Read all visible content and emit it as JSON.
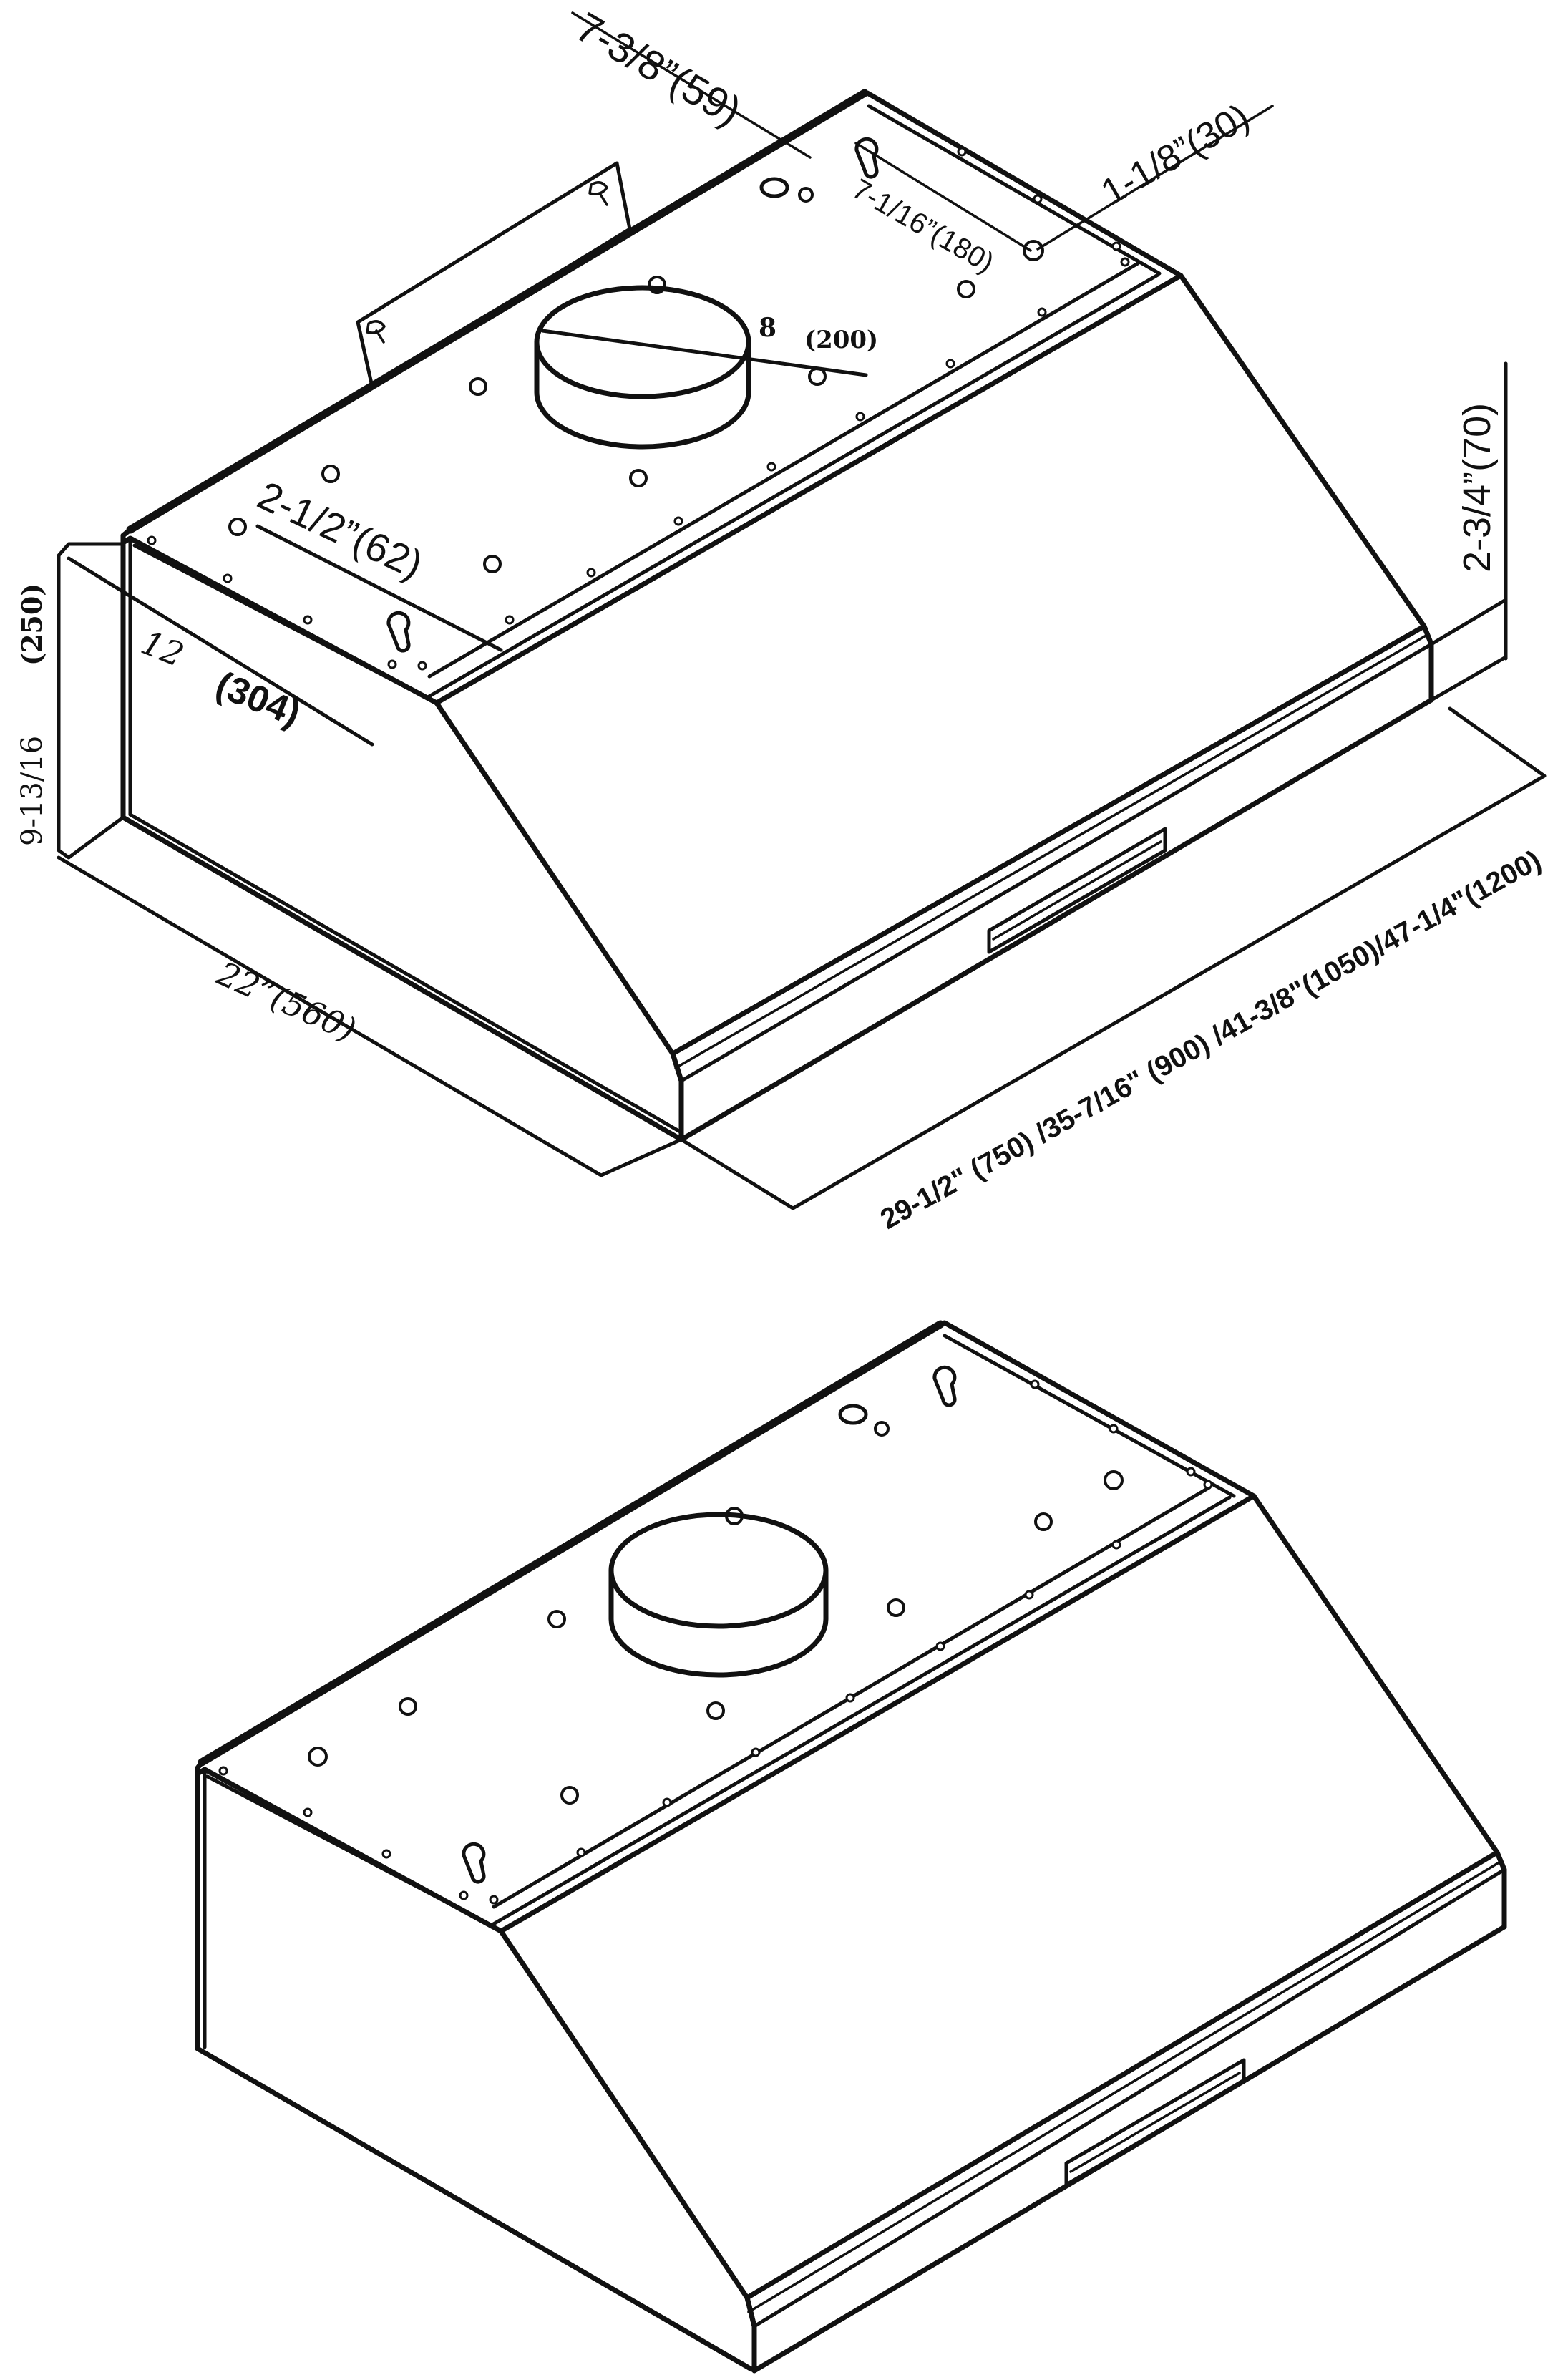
{
  "colors": {
    "line": "#111111",
    "background": "#ffffff"
  },
  "dimensions": {
    "flange_offset": "7-3/8”(59)",
    "side_hole_offset": "1-1/8”(30)",
    "duct_offset": "7-1/16”(180)",
    "duct_diameter_in": "8",
    "duct_diameter_mm": "(200)",
    "front_hole_offset": "2-1/2”(62)",
    "top_depth_in": "12",
    "top_depth_mm": "(304)",
    "height_in": "9-13/16",
    "height_mm": "(250)",
    "depth": "22”(560)",
    "front_lip_height": "2-3/4”(70)",
    "widths": "29-1/2\" (750) /35-7/16\" (900) /41-3/8\"(1050)/47-1/4\"(1200)"
  }
}
